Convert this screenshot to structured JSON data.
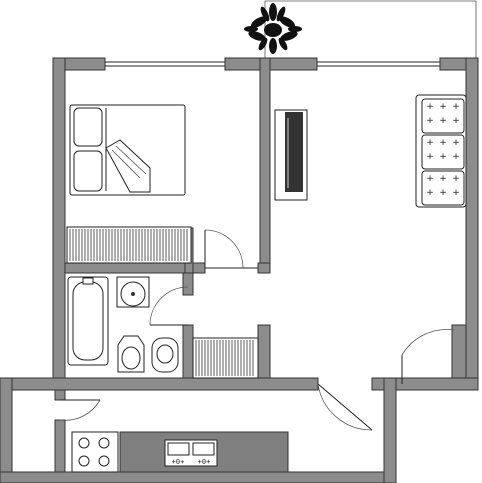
{
  "plan": {
    "title": "",
    "rooms": [
      "bedroom",
      "living-room",
      "bathroom",
      "hallway",
      "kitchen",
      "balcony"
    ],
    "fixtures": [
      "plant",
      "bed",
      "tv",
      "sofa",
      "wardrobe",
      "bathtub",
      "sink",
      "toilet",
      "bidet",
      "closet",
      "stove",
      "double-sink",
      "counter"
    ],
    "colors": {
      "wall": "#8c8c8c",
      "outline": "#222222",
      "background": "#ffffff",
      "counter": "#808080"
    }
  }
}
